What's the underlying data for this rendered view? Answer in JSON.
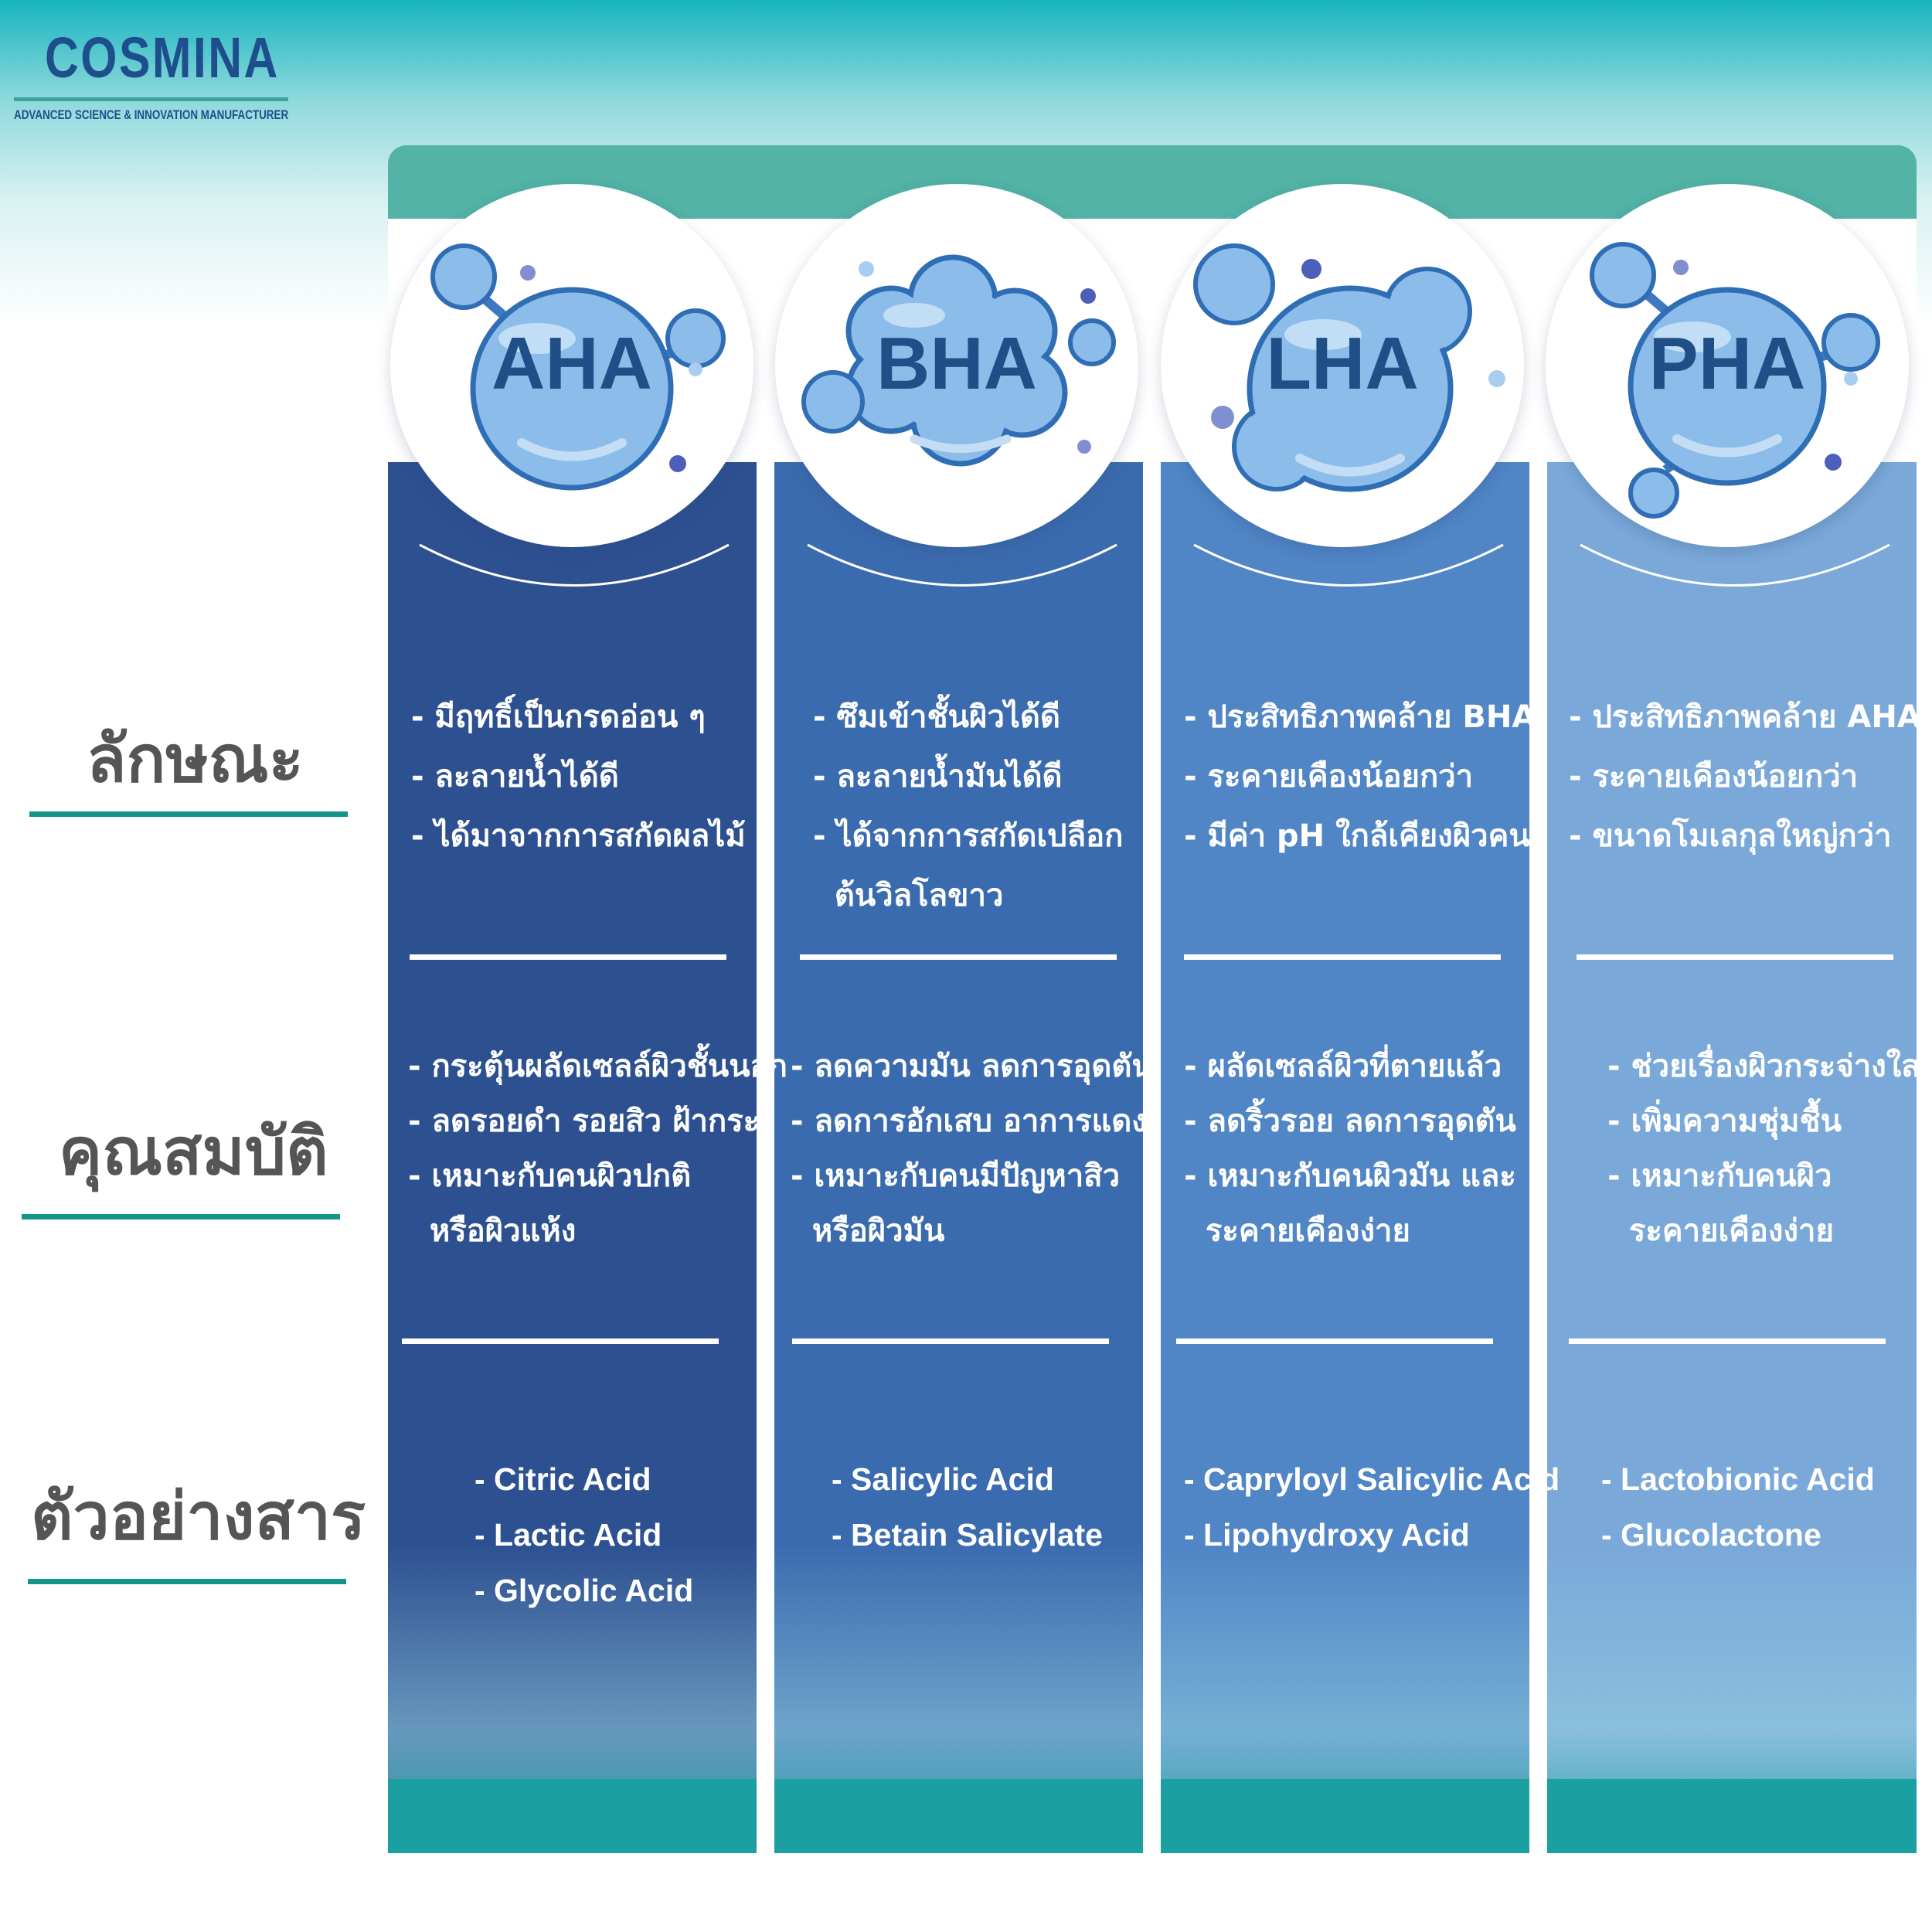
{
  "brand": {
    "name": "COSMINA",
    "tagline": "ADVANCED SCIENCE & INNOVATION MANUFACTURER"
  },
  "row_labels": {
    "characteristics": "ลักษณะ",
    "properties": "คุณสมบัติ",
    "examples": "ตัวอย่างสาร"
  },
  "colors": {
    "teal_line": "#14958a",
    "panel_top": "#52b3a6",
    "label_text": "#1f4f86"
  },
  "columns": [
    {
      "acid": "AHA",
      "color": "#2d5091",
      "icon": "molecule-bubble-icon",
      "characteristics": [
        "- มีฤทธิ์เป็นกรดอ่อน ๆ",
        "- ละลายน้ำได้ดี",
        "- ได้มาจากการสกัดผลไม้"
      ],
      "properties": [
        "- กระตุ้นผลัดเซลล์ผิวชั้นนอก",
        "- ลดรอยดำ รอยสิว ฝ้ากระ",
        "- เหมาะกับคนผิวปกติ",
        "  หรือผิวแห้ง"
      ],
      "examples": [
        "- Citric Acid",
        "- Lactic Acid",
        "- Glycolic Acid"
      ]
    },
    {
      "acid": "BHA",
      "color": "#3b6baf",
      "icon": "cloud-bubble-icon",
      "characteristics": [
        "- ซึมเข้าชั้นผิวได้ดี",
        "- ละลายน้ำมันได้ดี",
        "- ได้จากการสกัดเปลือก",
        "  ต้นวิลโลขาว"
      ],
      "properties": [
        "- ลดความมัน ลดการอุดตัน",
        "- ลดการอักเสบ อาการแดง",
        "- เหมาะกับคนมีปัญหาสิว",
        "  หรือผิวมัน"
      ],
      "examples": [
        "- Salicylic Acid",
        "- Betain Salicylate"
      ]
    },
    {
      "acid": "LHA",
      "color": "#5085c6",
      "icon": "molecule-bubble-icon",
      "characteristics": [
        "- ประสิทธิภาพคล้าย BHA",
        "- ระคายเคืองน้อยกว่า",
        "- มีค่า pH ใกล้เคียงผิวคน"
      ],
      "properties": [
        "- ผลัดเซลล์ผิวที่ตายแล้ว",
        "- ลดริ้วรอย ลดการอุดตัน",
        "- เหมาะกับคนผิวมัน และ",
        "  ระคายเคืองง่าย"
      ],
      "examples": [
        "- Capryloyl Salicylic Acid",
        "- Lipohydroxy Acid"
      ]
    },
    {
      "acid": "PHA",
      "color": "#7aa8d9",
      "icon": "molecule-bubble-icon",
      "characteristics": [
        "- ประสิทธิภาพคล้าย AHA",
        "- ระคายเคืองน้อยกว่า",
        "- ขนาดโมเลกุลใหญ่กว่า"
      ],
      "properties": [
        "- ช่วยเรื่องผิวกระจ่างใส",
        "- เพิ่มความชุ่มชื้น",
        "- เหมาะกับคนผิว",
        "  ระคายเคืองง่าย"
      ],
      "examples": [
        "- Lactobionic Acid",
        "- Glucolactone"
      ]
    }
  ]
}
